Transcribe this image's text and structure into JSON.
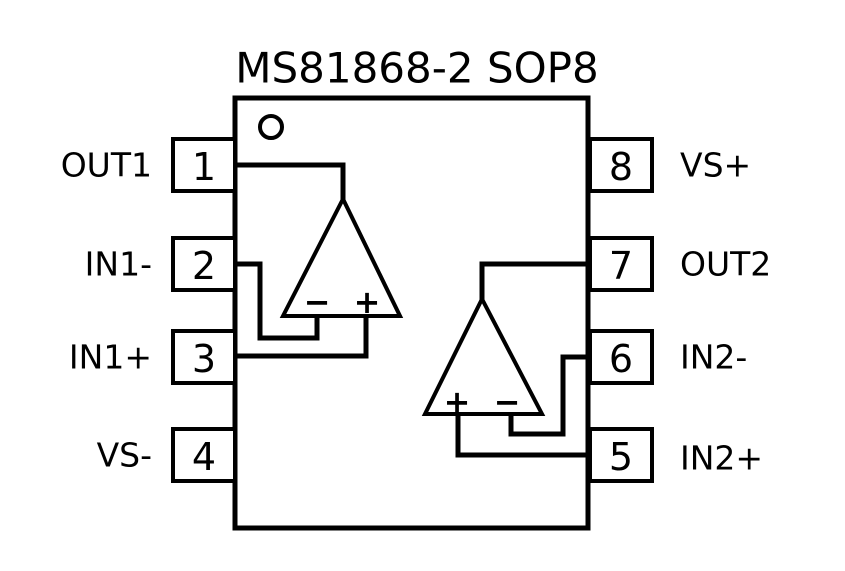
{
  "title": "MS81868-2 SOP8",
  "package": {
    "left_pins": [
      {
        "number": "1",
        "label": "OUT1"
      },
      {
        "number": "2",
        "label": "IN1-"
      },
      {
        "number": "3",
        "label": "IN1+"
      },
      {
        "number": "4",
        "label": "VS-"
      }
    ],
    "right_pins": [
      {
        "number": "8",
        "label": "VS+"
      },
      {
        "number": "7",
        "label": "OUT2"
      },
      {
        "number": "6",
        "label": "IN2-"
      },
      {
        "number": "5",
        "label": "IN2+"
      }
    ]
  },
  "opamps": {
    "amp1": {
      "minus": "−",
      "plus": "+"
    },
    "amp2": {
      "plus": "+",
      "minus": "−"
    }
  },
  "colors": {
    "ink": "#000000",
    "background": "#ffffff"
  }
}
